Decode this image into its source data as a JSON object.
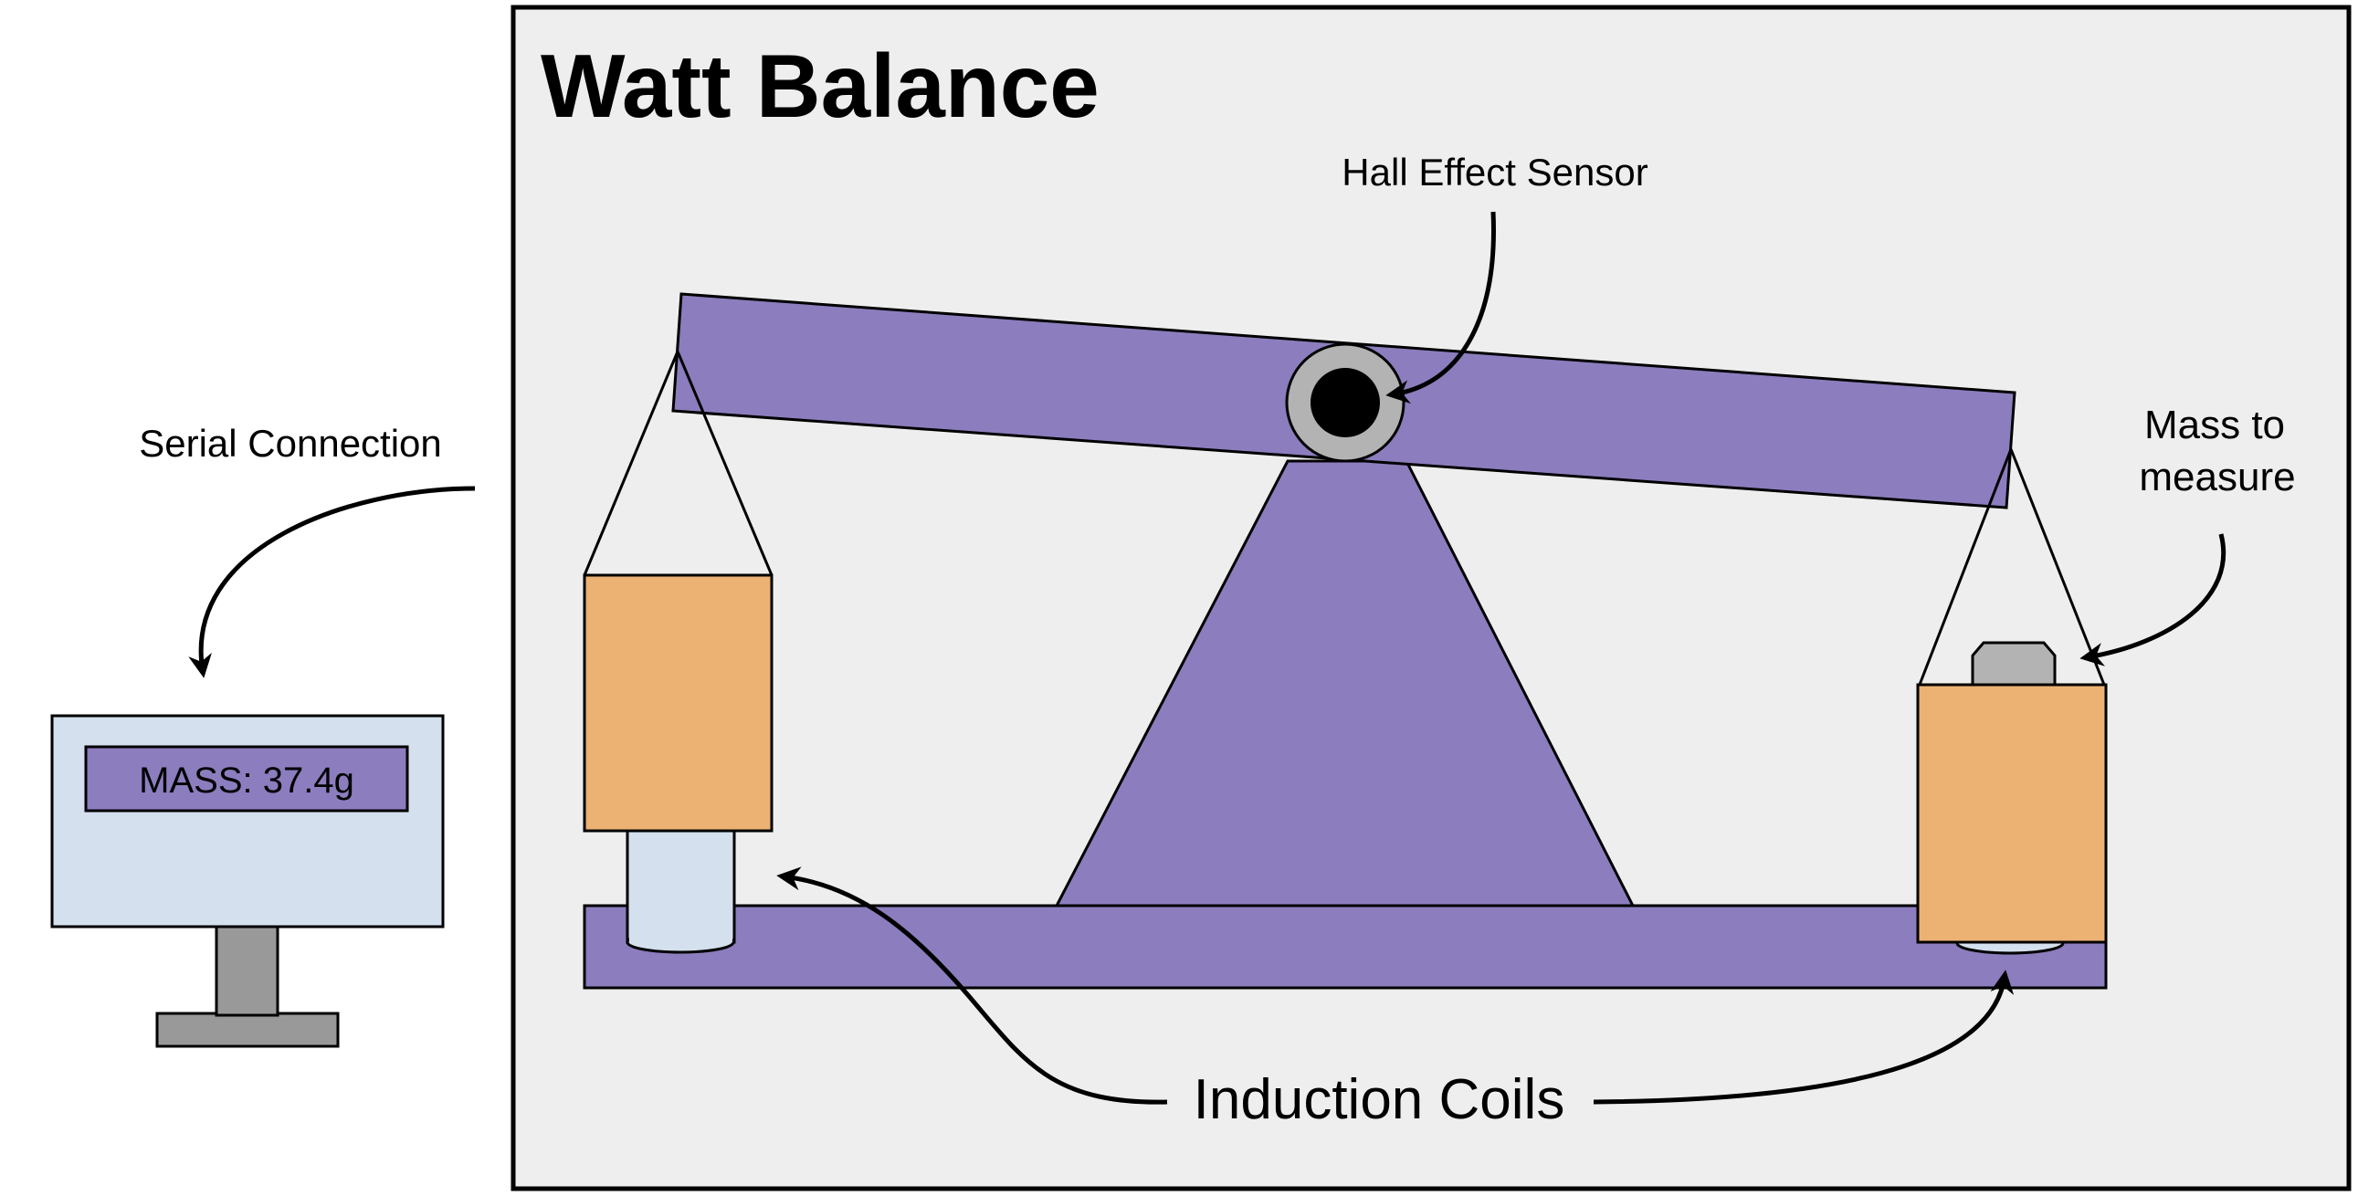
{
  "title": "Watt Balance",
  "labels": {
    "hall_effect_sensor": "Hall Effect Sensor",
    "serial_connection": "Serial Connection",
    "mass_to_measure_line1": "Mass to",
    "mass_to_measure_line2": "measure",
    "induction_coils": "Induction Coils"
  },
  "monitor": {
    "display_text": "MASS: 37.4g"
  },
  "colors": {
    "panel_background": "#eeeeee",
    "balance_purple": "#8c7dbe",
    "coil_orange": "#ebb273",
    "magnet_blue": "#d4e0ee",
    "monitor_screen": "#d4e0ee",
    "monitor_stand": "#999999",
    "weight_gray": "#b3b3b3",
    "sensor_ring": "#b3b3b3",
    "sensor_core": "#000000"
  }
}
